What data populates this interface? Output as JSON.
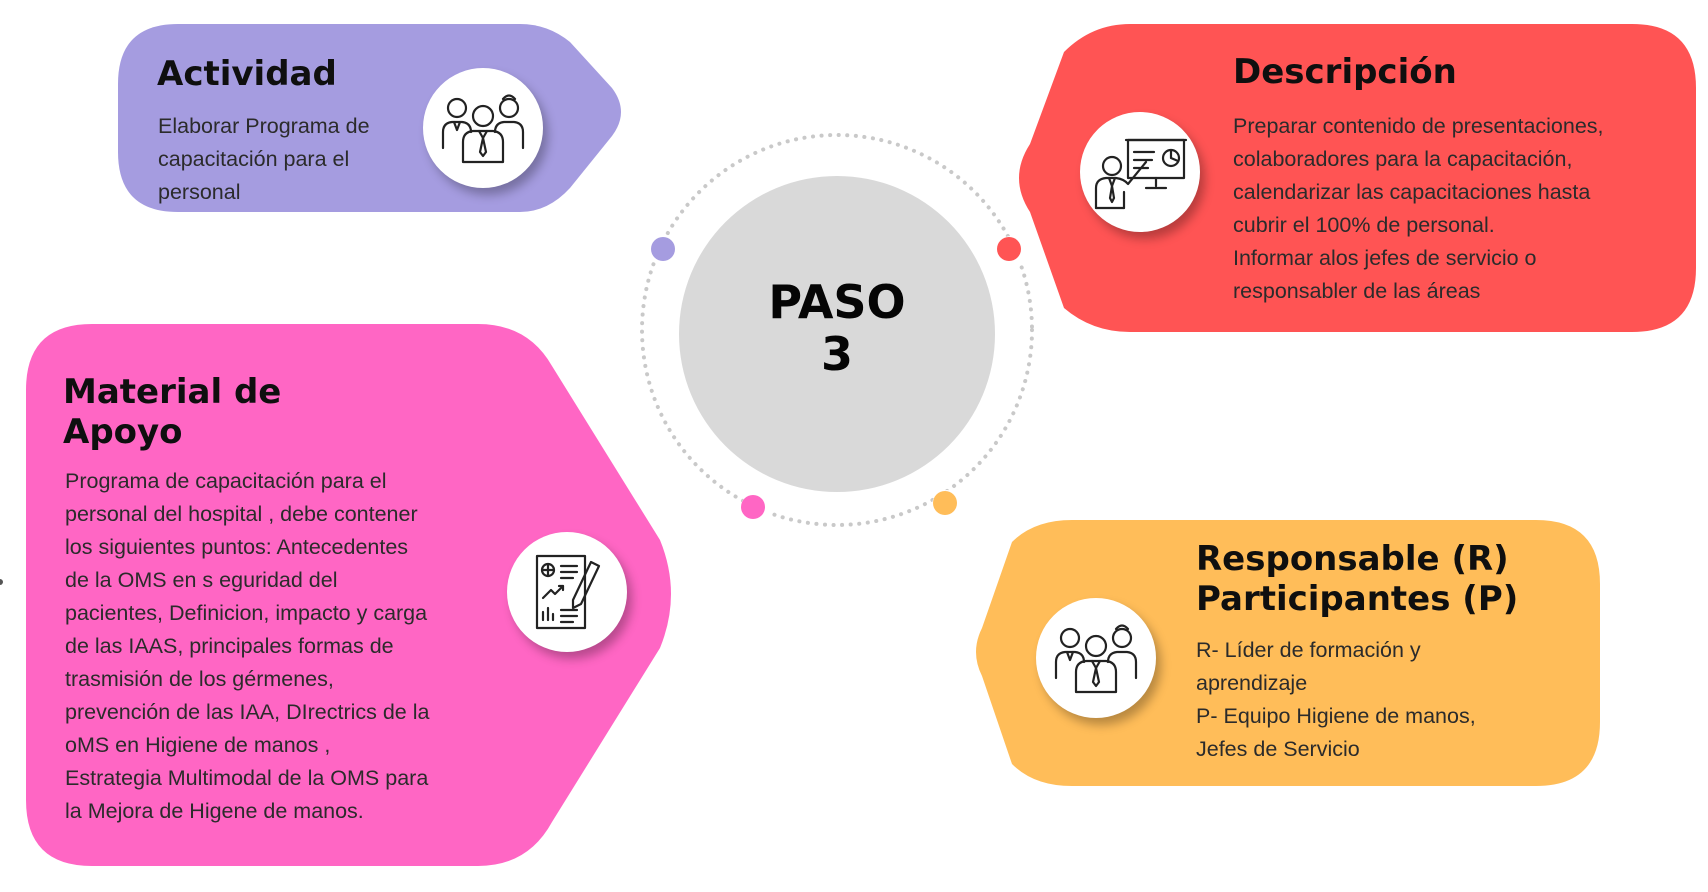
{
  "center": {
    "label": "PASO\n3"
  },
  "cards": {
    "actividad": {
      "title": "Actividad",
      "body": "Elaborar Programa de\ncapacitación para el\npersonal",
      "color": "#a59ce0",
      "icon": "team-people-icon"
    },
    "descripcion": {
      "title": "Descripción",
      "body": "Preparar contenido de presentaciones,\ncolaboradores para la capacitación,\ncalendarizar las capacitaciones hasta\ncubrir el 100% de personal.\n Informar alos jefes de servicio o\nresponsabler de las áreas",
      "color": "#ff5454",
      "icon": "presenter-board-icon"
    },
    "material": {
      "title": "Material de\nApoyo",
      "body": "Programa de capacitación para el\npersonal del hospital , debe contener\nlos siguientes puntos: Antecedentes\nde la OMS en s eguridad del\npacientes, Definicion, impacto y carga\nde las IAAS, principales formas de\ntrasmisión de los gérmenes,\nprevención de las IAA, DIrectrics de la\noMS  en Higiene de manos ,\nEstrategia Multimodal de la OMS para\nla Mejora de Higene de manos.",
      "color": "#ff66c4",
      "icon": "report-document-icon"
    },
    "responsable": {
      "title": "Responsable (R)\nParticipantes (P)",
      "body": "R- Líder de formación y\naprendizaje\nP- Equipo Higiene de manos,\nJefes de Servicio",
      "color": "#ffbd59",
      "icon": "team-people-icon"
    }
  },
  "colors": {
    "center_circle": "#d9d9d9",
    "ring_dots": "#c9c9c9"
  }
}
